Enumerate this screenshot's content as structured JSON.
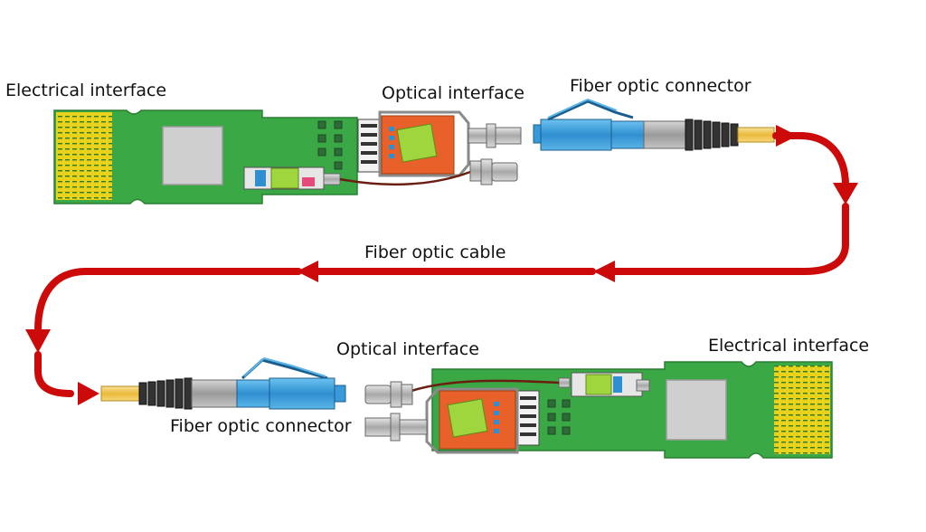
{
  "labels": {
    "top_electrical": "Electrical interface",
    "top_optical": "Optical interface",
    "top_connector": "Fiber optic connector",
    "cable": "Fiber optic cable",
    "bottom_optical": "Optical interface",
    "bottom_electrical": "Electrical interface",
    "bottom_connector": "Fiber optic connector"
  },
  "colors": {
    "pcb": "#3aa845",
    "pcb_dark": "#238a31",
    "contacts": "#e8d21c",
    "chip": "#cfcfcf",
    "optical_block": "#e8612a",
    "connector_blue": "#3a9ad9",
    "cable_yellow": "#f2c94a",
    "arrow_red": "#cc0a0a",
    "metal": "#b9b9b9"
  }
}
